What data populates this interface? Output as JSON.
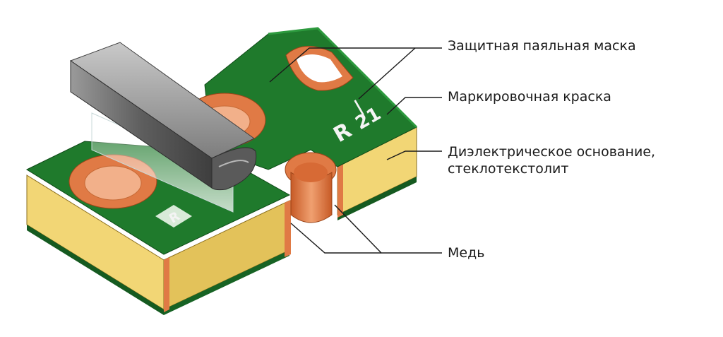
{
  "labels": {
    "solder_mask": "Защитная паяльная маска",
    "marking_ink": "Маркировочная краска",
    "dielectric_line1": "Диэлектрическое основание,",
    "dielectric_line2": "стеклотекстолит",
    "copper": "Медь"
  },
  "silkscreen": {
    "ref_letter": "R",
    "ref_number": "21",
    "pin_mark": "|",
    "diamond_letter": "R"
  },
  "colors": {
    "solder_mask": "#1f7a2c",
    "solder_mask_dark": "#155a20",
    "copper": "#e07a45",
    "copper_light": "#f2b08a",
    "dielectric": "#f2d675",
    "dielectric_dark": "#d9b649",
    "component_body": "#8a8a8a",
    "leader_line": "#1a1a1a"
  }
}
